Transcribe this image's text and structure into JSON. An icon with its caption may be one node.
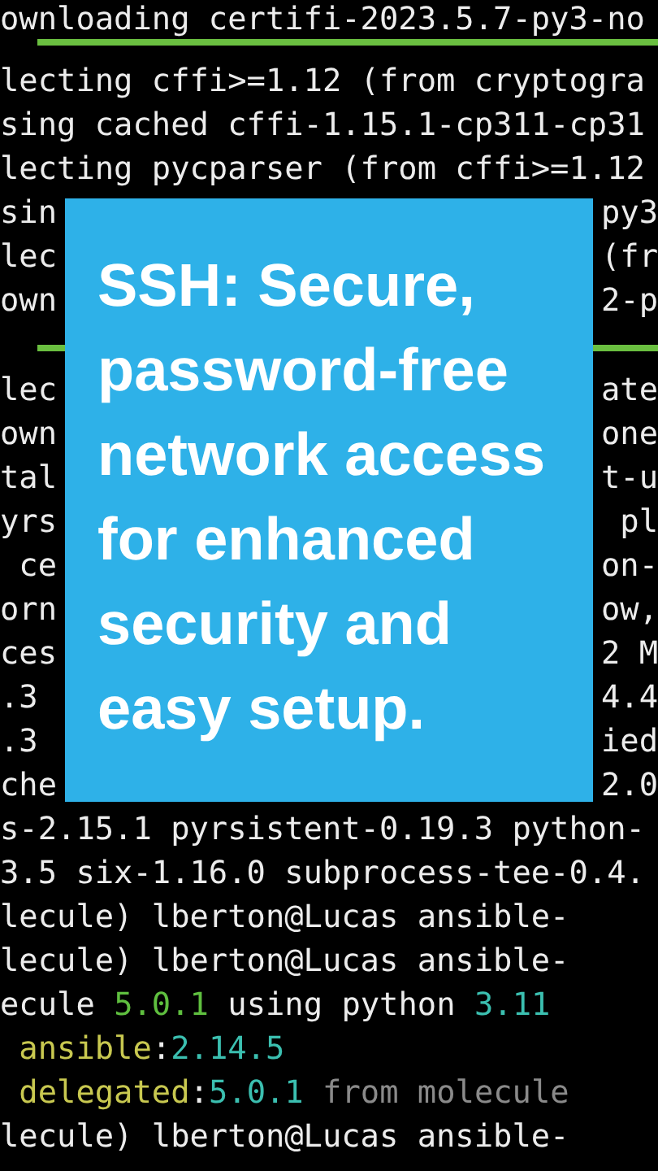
{
  "diagram": {
    "nodes": [
      {
        "text": [
          "SSH: Secure, password-free network access for enhanced security and easy setup."
        ]
      }
    ],
    "labels": [
      "ownloading certifi-2023.5.7-py3-no",
      "lecting cffi>=1.12 (from cryptogra",
      "sing cached cffi-1.15.1-cp311-cp31",
      "lecting pycparser (from cffi>=1.12",
      "sin",
      "py3",
      "lec",
      "(fr",
      "own",
      "2-p",
      "lec",
      "ate",
      "own",
      "one",
      "tal",
      "t-u",
      "yrs",
      "pl",
      "ce",
      "on-",
      "orn",
      "ow,",
      "ces",
      "2 M",
      ".3",
      "4.4",
      ".3",
      "ied",
      "che",
      "2.0",
      "s-2.15.1 pyrsistent-0.19.3 python-",
      "3.5 six-1.16.0 subprocess-tee-0.4.",
      "lecule) lberton@Lucas ansible-",
      "lecule) lberton@Lucas ansible-",
      "ecule",
      "5.0.1",
      "using python",
      "3.11",
      "ansible",
      ":",
      "2.14.5",
      "delegated",
      ":",
      "5.0.1",
      "from molecule",
      "lecule) lberton@Lucas ansible-"
    ]
  }
}
